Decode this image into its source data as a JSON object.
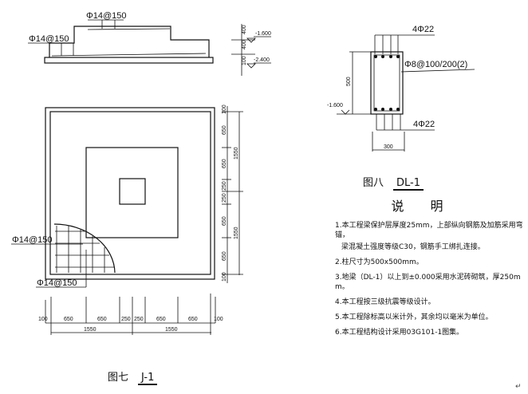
{
  "section_j1": {
    "rebar_top": "Φ14@150",
    "rebar_left": "Φ14@150",
    "elev_top": "-1.600",
    "elev_bottom": "-2.400",
    "dims": [
      "400",
      "400",
      "100"
    ]
  },
  "plan_j1": {
    "rebar_x": "Φ14@150",
    "rebar_y": "Φ14@150",
    "right_dims": [
      "100",
      "650",
      "650",
      "250",
      "250",
      "650",
      "650",
      "100"
    ],
    "right_totals": [
      "1550",
      "1550"
    ],
    "bottom_dims": [
      "100",
      "650",
      "650",
      "250",
      "250",
      "650",
      "650",
      "100"
    ],
    "bottom_totals": [
      "1550",
      "1550"
    ],
    "caption_prefix": "图七",
    "caption_name": "J-1"
  },
  "beam_dl1": {
    "top_bars": "4Φ22",
    "bottom_bars": "4Φ22",
    "stirrups": "Φ8@100/200(2)",
    "height_dim": "500",
    "width_dim": "300",
    "elev": "-1.600",
    "caption_prefix": "图八",
    "caption_name": "DL-1"
  },
  "notes": {
    "title": "说 明",
    "lines": [
      "1.本工程梁保护层厚度25mm，上部纵向钢筋及加筋采用弯锚，",
      "  梁混凝土强度等级C30，钢筋手工绑扎连接。",
      "2.柱尺寸为500x500mm。",
      "3.地梁（DL-1）以上到±0.000采用水泥砖砌筑，厚250mm。",
      "4.本工程按三级抗震等级设计。",
      "5.本工程除标高以米计外，其余均以毫米为单位。",
      "6.本工程结构设计采用03G101-1图集。"
    ]
  },
  "return_mark": "↵"
}
